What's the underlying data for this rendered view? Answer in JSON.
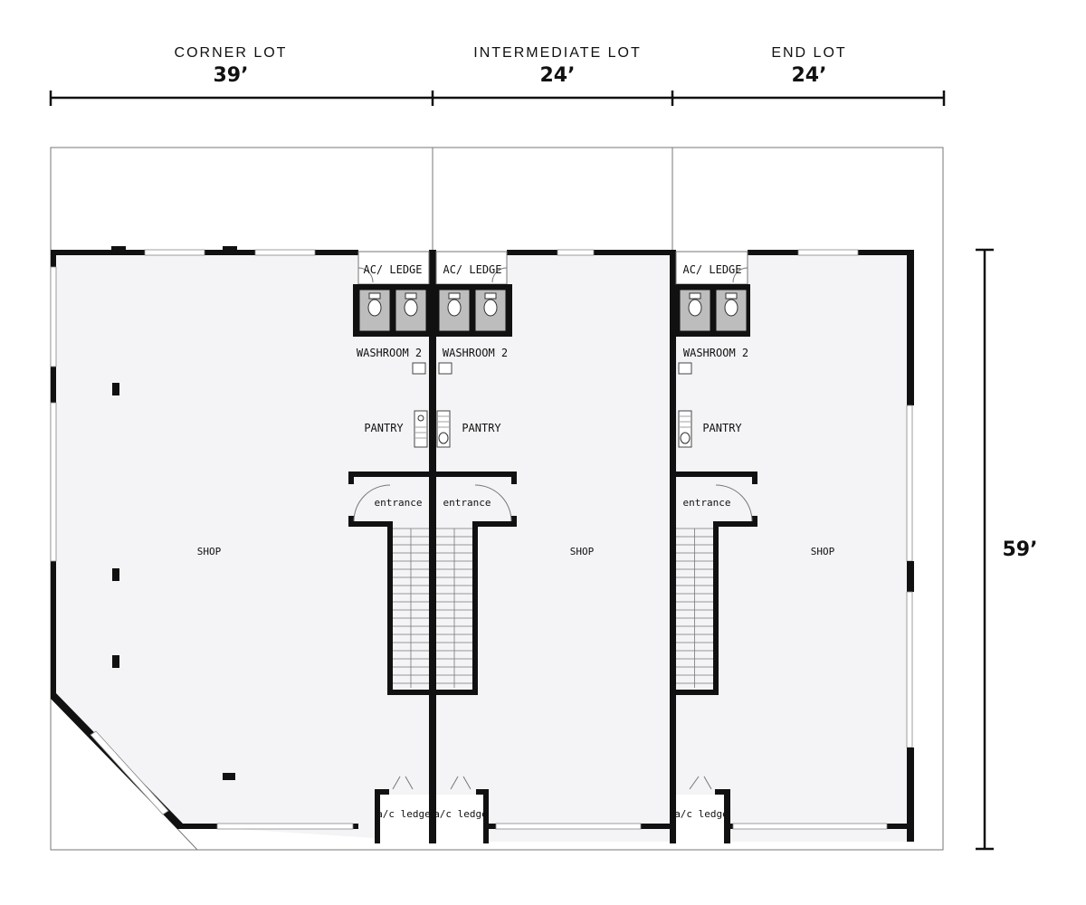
{
  "lots": [
    {
      "label": "CORNER LOT",
      "width": "39’"
    },
    {
      "label": "INTERMEDIATE LOT",
      "width": "24’"
    },
    {
      "label": "END LOT",
      "width": "24’"
    }
  ],
  "depth": "59’",
  "rooms": {
    "ac_ledge_upper": "AC/ LEDGE",
    "washroom": "WASHROOM 2",
    "pantry": "PANTRY",
    "entrance": "entrance",
    "shop": "SHOP",
    "ac_ledge_lower": "a/c ledge"
  }
}
